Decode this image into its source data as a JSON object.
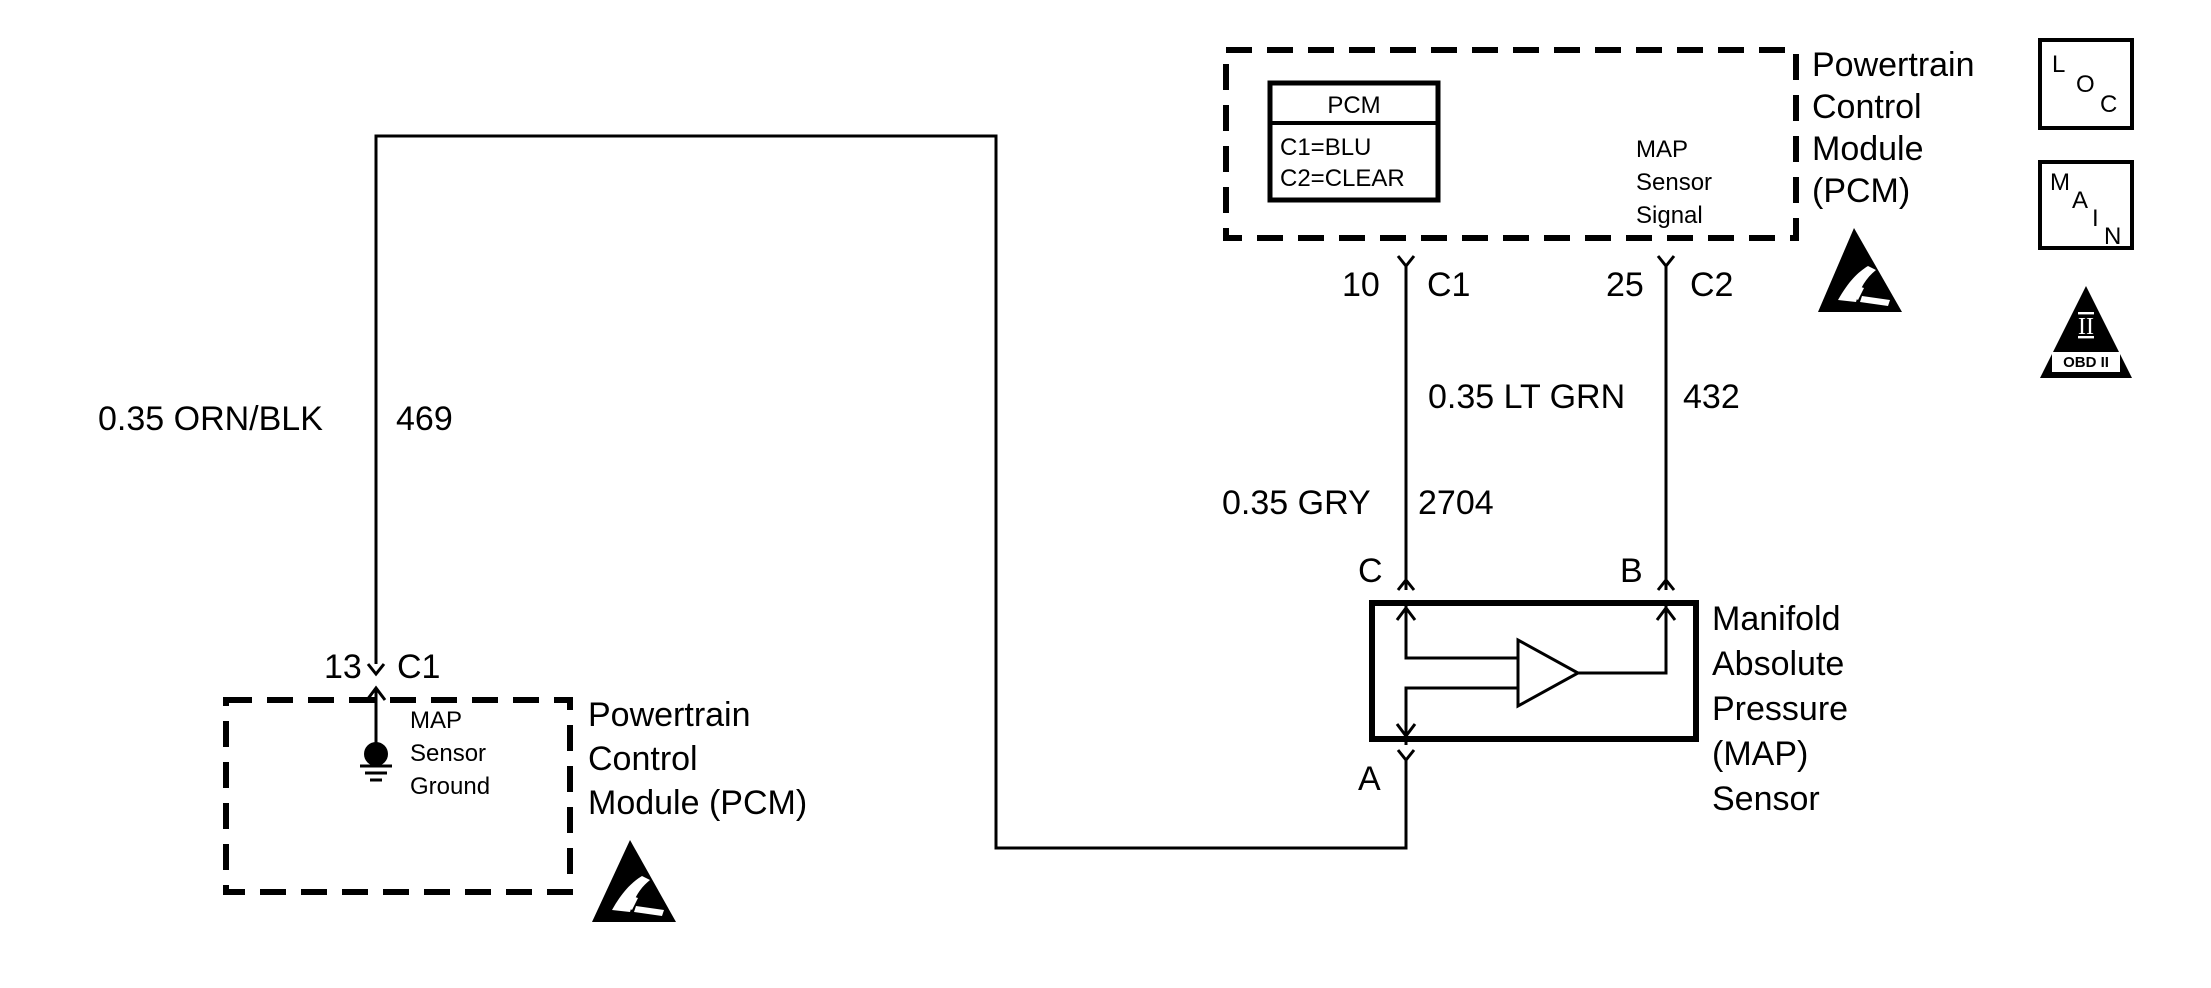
{
  "pcm_top": {
    "title_lines": [
      "Powertrain",
      "Control",
      "Module",
      "(PCM)"
    ],
    "legend": {
      "header": "PCM",
      "lines": [
        "C1=BLU",
        "C2=CLEAR"
      ]
    },
    "signal_lines": [
      "MAP",
      "Sensor",
      "Signal"
    ]
  },
  "pcm_bottom": {
    "title_lines": [
      "Powertrain",
      "Control",
      "Module (PCM)"
    ],
    "ground_lines": [
      "MAP",
      "Sensor",
      "Ground"
    ]
  },
  "pins": {
    "top_c1_num": "10",
    "top_c1": "C1",
    "top_c2_num": "25",
    "top_c2": "C2",
    "bottom_num": "13",
    "bottom_conn": "C1"
  },
  "wires": {
    "orn_blk_desc": "0.35 ORN/BLK",
    "orn_blk_circuit": "469",
    "lt_grn_desc": "0.35 LT GRN",
    "lt_grn_circuit": "432",
    "gry_desc": "0.35 GRY",
    "gry_circuit": "2704"
  },
  "sensor": {
    "pin_c": "C",
    "pin_b": "B",
    "pin_a": "A",
    "name_lines": [
      "Manifold",
      "Absolute",
      "Pressure",
      "(MAP)",
      "Sensor"
    ]
  },
  "legend_icons": {
    "loc": [
      "L",
      "O",
      "C"
    ],
    "main": [
      "M",
      "A",
      "I",
      "N"
    ],
    "obd_numeral": "II",
    "obd_label": "OBD II"
  }
}
